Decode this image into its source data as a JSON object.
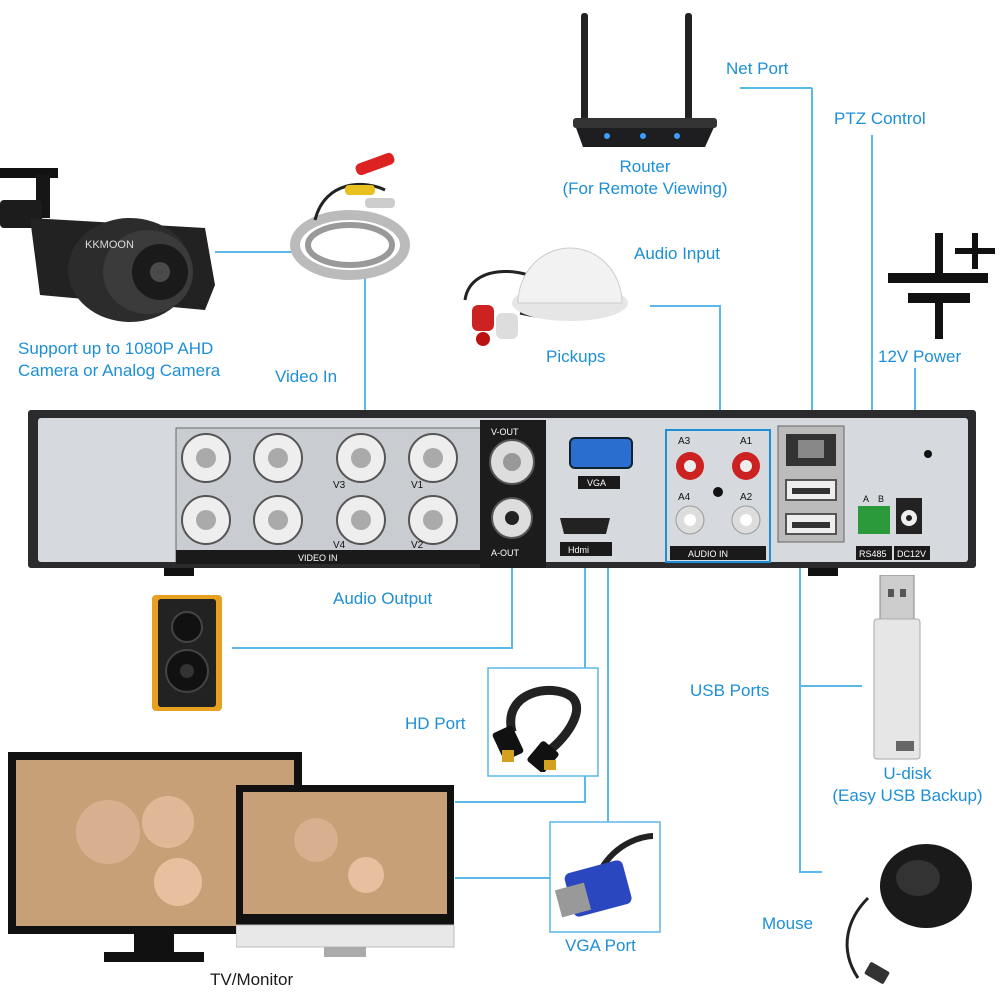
{
  "labels": {
    "net_port": "Net Port",
    "ptz_control": "PTZ Control",
    "router_line1": "Router",
    "router_line2": "(For Remote Viewing)",
    "audio_input": "Audio Input",
    "pickups": "Pickups",
    "power": "12V Power",
    "camera_line1": "Support up to 1080P AHD",
    "camera_line2": "Camera or Analog Camera",
    "video_in": "Video In",
    "audio_output": "Audio Output",
    "usb_ports": "USB Ports",
    "udisk_line1": "U-disk",
    "udisk_line2": "(Easy USB Backup)",
    "hd_port": "HD Port",
    "vga_port": "VGA Port",
    "mouse": "Mouse",
    "tv_monitor": "TV/Monitor"
  },
  "dvr_panel": {
    "video_in": "VIDEO IN",
    "v_out": "V-OUT",
    "a_out": "A-OUT",
    "vga": "VGA",
    "hdmi": "Hdmi",
    "audio_in": "AUDIO IN",
    "rs485": "RS485",
    "dc12v": "DC12V",
    "ch_v1": "V1",
    "ch_v2": "V2",
    "ch_v3": "V3",
    "ch_v4": "V4",
    "a1": "A1",
    "a2": "A2",
    "a3": "A3",
    "a4": "A4",
    "pin_a": "A",
    "pin_b": "B"
  },
  "brand": "KKMOON",
  "colors": {
    "accent": "#1d8fd6",
    "dvr_body": "#2b2b2d",
    "panel": "#d6dade",
    "speaker": "#e8a020"
  }
}
